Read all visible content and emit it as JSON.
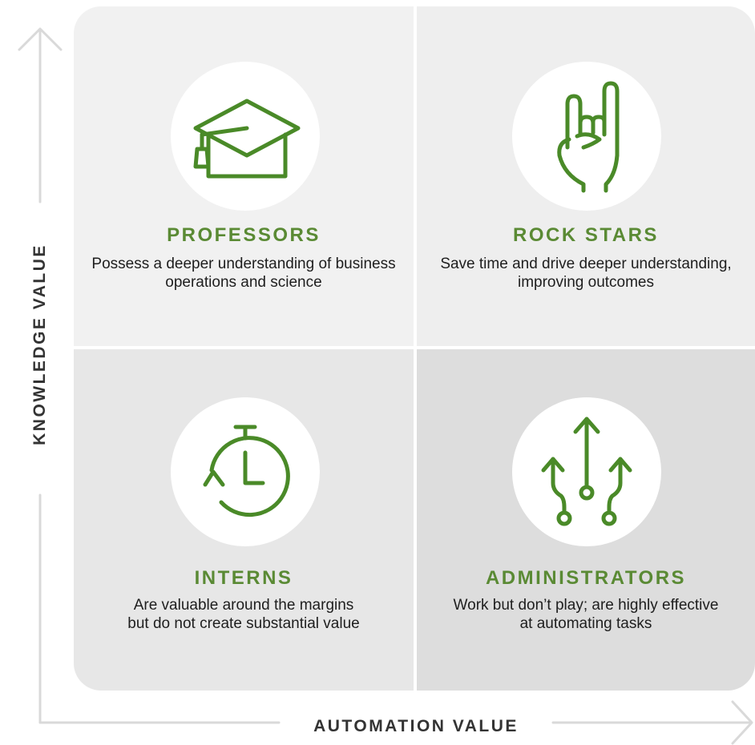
{
  "axes": {
    "y_label": "KNOWLEDGE VALUE",
    "x_label": "AUTOMATION VALUE"
  },
  "quadrants": [
    {
      "id": "professors",
      "title": "PROFESSORS",
      "description": "Possess a deeper understanding of business operations and science",
      "icon": "graduation-cap-icon"
    },
    {
      "id": "rock-stars",
      "title": "ROCK STARS",
      "description": "Save time and drive deeper understanding, improving outcomes",
      "icon": "rock-hand-icon"
    },
    {
      "id": "interns",
      "title": "INTERNS",
      "description": "Are valuable around the margins but do not create substantial value",
      "icon": "stopwatch-icon"
    },
    {
      "id": "administrators",
      "title": "ADMINISTRATORS",
      "description": "Work but don’t play; are highly effective at automating tasks",
      "icon": "branching-arrows-icon"
    }
  ],
  "colors": {
    "accent": "#5a8a34",
    "icon_stroke": "#4a8a28",
    "axis": "#d9d9d9"
  }
}
